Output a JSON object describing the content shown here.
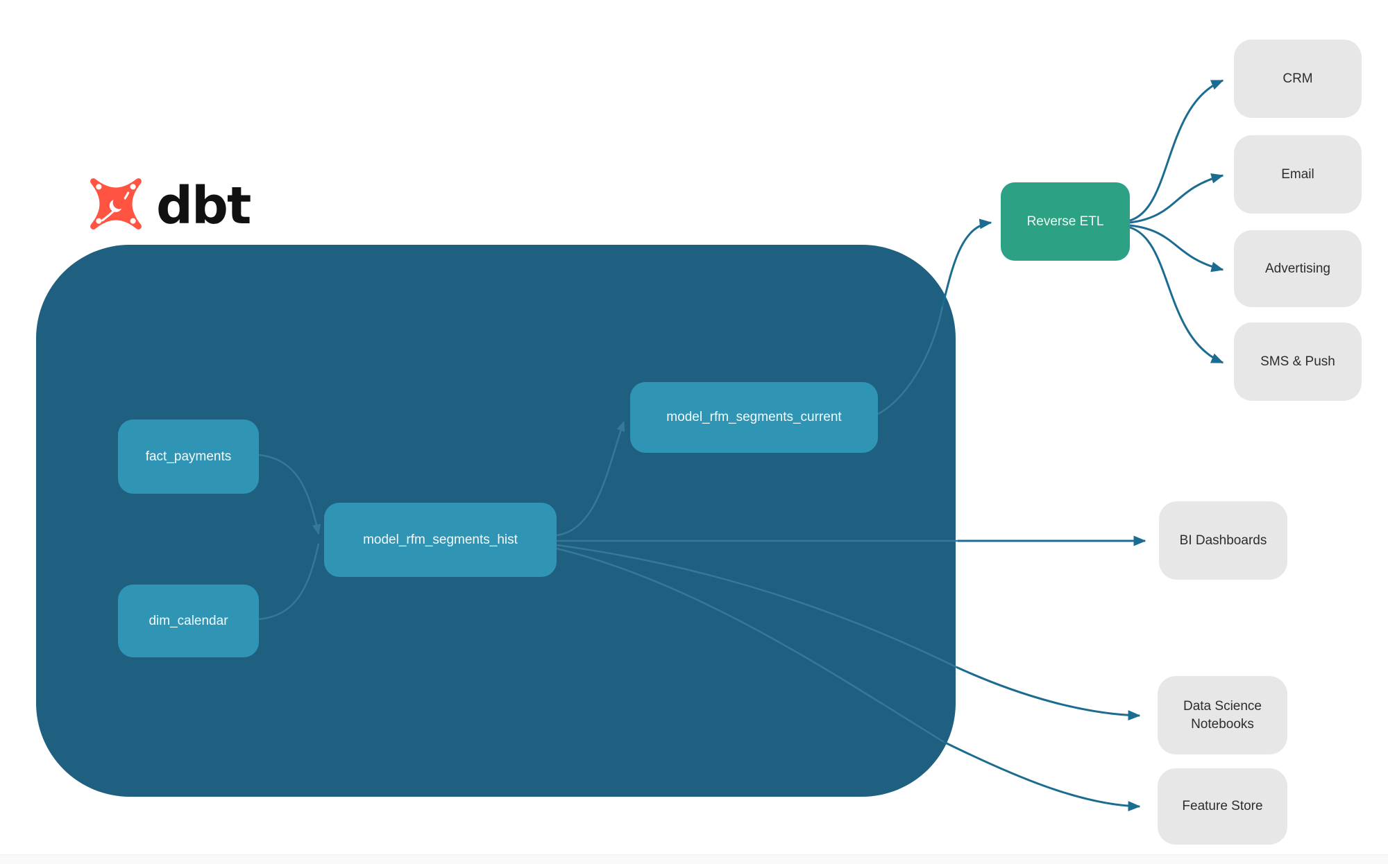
{
  "logo": {
    "brand": "dbt"
  },
  "colors": {
    "container": "#1f5f7f",
    "model_node": "#3095b5",
    "reverse_etl_node": "#2da183",
    "destination_node": "#e7e7e7",
    "edge_inside": "#35799a",
    "edge_outside": "#1b6c90",
    "logo_orange": "#ff5441",
    "text_dark": "#2d2d2d"
  },
  "nodes": {
    "fact_payments": {
      "label": "fact_payments"
    },
    "dim_calendar": {
      "label": "dim_calendar"
    },
    "hist": {
      "label": "model_rfm_segments_hist"
    },
    "current": {
      "label": "model_rfm_segments_current"
    },
    "reverse_etl": {
      "label": "Reverse ETL"
    },
    "crm": {
      "label": "CRM"
    },
    "email": {
      "label": "Email"
    },
    "advertising": {
      "label": "Advertising"
    },
    "sms_push": {
      "label": "SMS & Push"
    },
    "bi_dashboards": {
      "label": "BI Dashboards"
    },
    "ds_notebooks": {
      "label": "Data Science Notebooks"
    },
    "feature_store": {
      "label": "Feature Store"
    }
  },
  "edges": [
    {
      "from": "fact_payments",
      "to": "model_rfm_segments_hist"
    },
    {
      "from": "dim_calendar",
      "to": "model_rfm_segments_hist"
    },
    {
      "from": "model_rfm_segments_hist",
      "to": "model_rfm_segments_current"
    },
    {
      "from": "model_rfm_segments_hist",
      "to": "BI Dashboards"
    },
    {
      "from": "model_rfm_segments_hist",
      "to": "Data Science Notebooks"
    },
    {
      "from": "model_rfm_segments_hist",
      "to": "Feature Store"
    },
    {
      "from": "model_rfm_segments_current",
      "to": "Reverse ETL"
    },
    {
      "from": "Reverse ETL",
      "to": "CRM"
    },
    {
      "from": "Reverse ETL",
      "to": "Email"
    },
    {
      "from": "Reverse ETL",
      "to": "Advertising"
    },
    {
      "from": "Reverse ETL",
      "to": "SMS & Push"
    }
  ]
}
